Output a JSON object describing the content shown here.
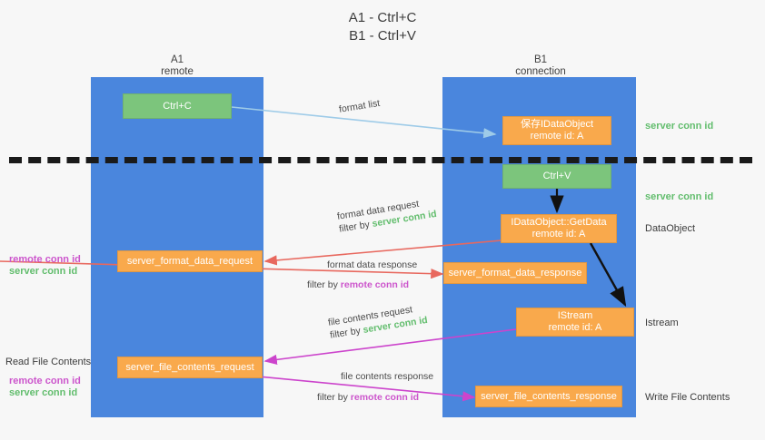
{
  "title": {
    "line1": "A1 - Ctrl+C",
    "line2": "B1 - Ctrl+V"
  },
  "columns": [
    {
      "name": "A1",
      "sub": "remote"
    },
    {
      "name": "B1",
      "sub": "connection"
    }
  ],
  "nodes": [
    {
      "id": "ctrl-c",
      "kind": "green",
      "line1": "Ctrl+C",
      "line2": ""
    },
    {
      "id": "save-idataobject",
      "kind": "orange",
      "line1": "保存IDataObject",
      "line2": "remote id: A"
    },
    {
      "id": "ctrl-v",
      "kind": "green",
      "line1": "Ctrl+V",
      "line2": ""
    },
    {
      "id": "idataobject-getdata",
      "kind": "orange",
      "line1": "IDataObject::GetData",
      "line2": "remote id: A"
    },
    {
      "id": "server-format-data-request",
      "kind": "orange",
      "line1": "server_format_data_request",
      "line2": ""
    },
    {
      "id": "server-format-data-response",
      "kind": "orange",
      "line1": "server_format_data_response",
      "line2": ""
    },
    {
      "id": "istream",
      "kind": "orange",
      "line1": "IStream",
      "line2": "remote id: A"
    },
    {
      "id": "server-file-contents-request",
      "kind": "orange",
      "line1": "server_file_contents_request",
      "line2": ""
    },
    {
      "id": "server-file-contents-response",
      "kind": "orange",
      "line1": "server_file_contents_response",
      "line2": ""
    }
  ],
  "edge_labels": {
    "format_list": "format list",
    "format_data_request": "format data request",
    "format_data_request_filter_prefix": "filter by ",
    "format_data_request_filter_value": "server conn id",
    "format_data_response": "format data response",
    "format_data_response_filter_prefix": "filter by ",
    "format_data_response_filter_value": "remote conn id",
    "file_contents_request": "file contents request",
    "file_contents_request_filter_prefix": "filter by ",
    "file_contents_request_filter_value": "server conn id",
    "file_contents_response": "file contents response",
    "file_contents_response_filter_prefix": "filter by ",
    "file_contents_response_filter_value": "remote conn id"
  },
  "left_annotations": {
    "remote_conn_id": "remote conn id",
    "server_conn_id": "server conn id",
    "read_file_contents": "Read File Contents",
    "remote_conn_id_2": "remote conn id",
    "server_conn_id_2": "server conn id"
  },
  "right_annotations": {
    "server_conn_id_top": "server conn id",
    "server_conn_id_mid": "server conn id",
    "dataobject": "DataObject",
    "istream": "Istream",
    "write_file_contents": "Write File Contents"
  },
  "colors": {
    "lane": "#4a86dd",
    "orange": "#f9a94c",
    "green": "#7cc57c",
    "server_conn_id": "#62bd6d",
    "remote_conn_id": "#cc55cc",
    "arrow_blue": "#9ecbe8",
    "arrow_red": "#e8685e",
    "arrow_magenta": "#cc44cc",
    "arrow_black": "#111111",
    "divider": "#1a1a1a",
    "background": "#f7f7f7"
  }
}
